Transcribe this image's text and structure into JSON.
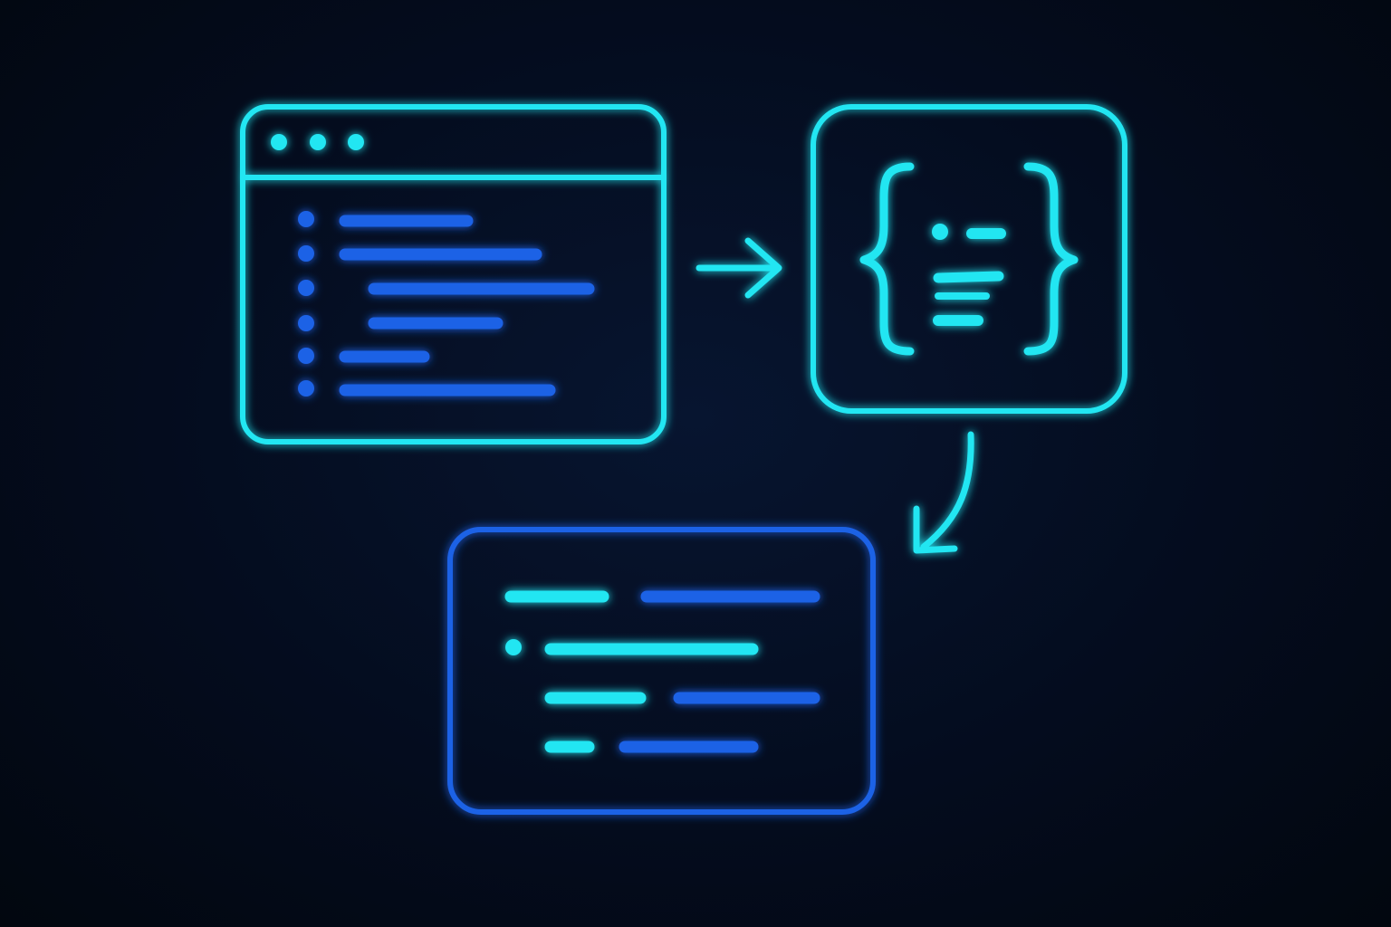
{
  "colors": {
    "background": "#030a1a",
    "cyan": "#22e6f2",
    "blue": "#1f62e6"
  },
  "nodes": [
    {
      "id": "browser-window",
      "icon": "browser-window-icon",
      "content": "list-with-bullets"
    },
    {
      "id": "json-braces",
      "icon": "curly-braces-icon",
      "content": "structured-data"
    },
    {
      "id": "output-document",
      "icon": "document-lines-icon",
      "content": "formatted-lines"
    }
  ],
  "edges": [
    {
      "from": "browser-window",
      "to": "json-braces",
      "icon": "arrow-right-icon"
    },
    {
      "from": "json-braces",
      "to": "output-document",
      "icon": "curved-arrow-down-left-icon"
    }
  ]
}
